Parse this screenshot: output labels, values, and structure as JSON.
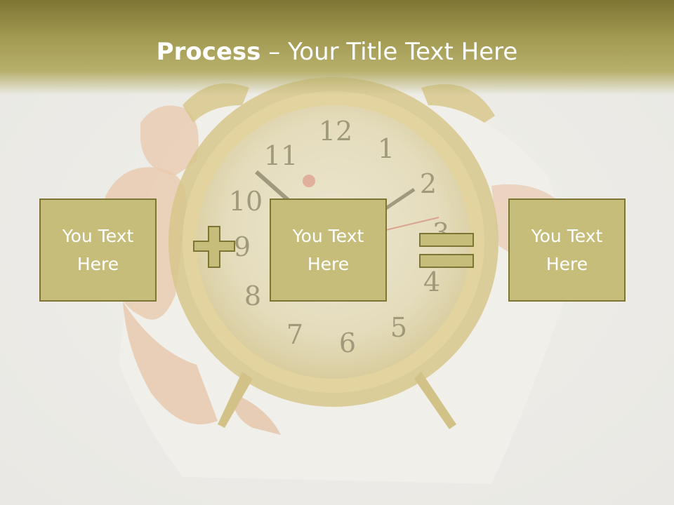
{
  "slide": {
    "title_bold": "Process",
    "title_dash": " – ",
    "title_rest": "Your Title Text Here",
    "boxes": [
      {
        "text": "You Text Here"
      },
      {
        "text": "You Text Here"
      },
      {
        "text": "You Text Here"
      }
    ],
    "operators": [
      "plus-icon",
      "equals-icon"
    ]
  },
  "clock": {
    "numerals": [
      "12",
      "1",
      "2",
      "3",
      "4",
      "5",
      "6",
      "7",
      "8",
      "9",
      "10",
      "11"
    ]
  },
  "colors": {
    "title_band": "#a29a52",
    "box_fill": "#c7bd7a",
    "box_border": "#7d7536",
    "text": "#ffffff"
  }
}
